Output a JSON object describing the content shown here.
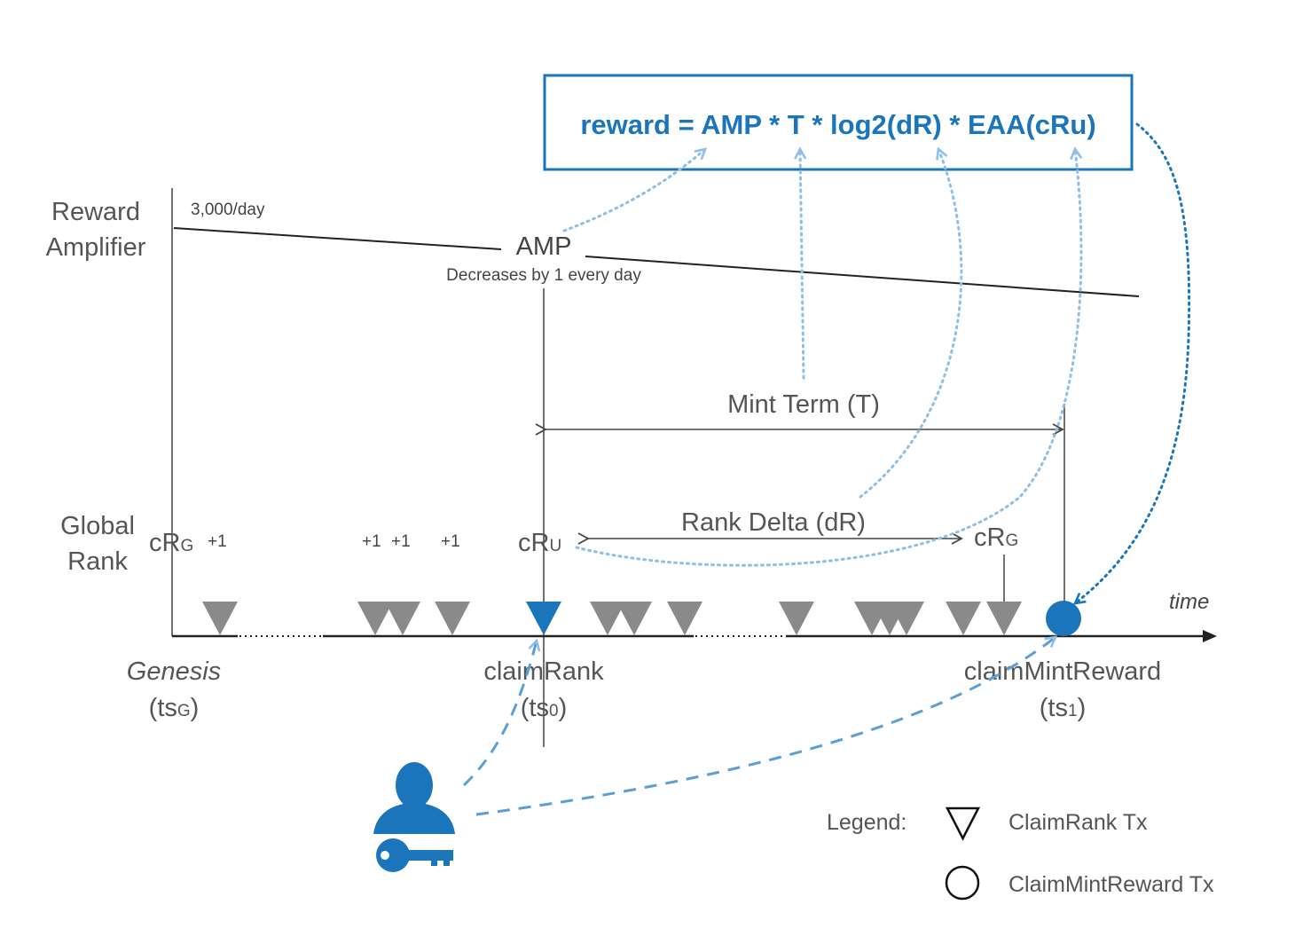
{
  "formula": {
    "parts": [
      "reward = ",
      "AMP",
      " * ",
      "T",
      " * ",
      "log2(dR)",
      " * ",
      "EAA(cRu)"
    ]
  },
  "labels": {
    "reward_amplifier": [
      "Reward",
      "Amplifier"
    ],
    "rate": "3,000/day",
    "amp": "AMP",
    "amp_note": "Decreases by 1 every day",
    "mint_term": "Mint Term (T)",
    "rank_delta": "Rank Delta (dR)",
    "global_rank": [
      "Global",
      "Rank"
    ],
    "time": "time",
    "genesis": "Genesis",
    "ts_genesis": {
      "base": "(ts",
      "sub": "G",
      "end": ")"
    },
    "claim_rank": "claimRank",
    "ts_claim_rank": {
      "base": "(ts",
      "sub": "0",
      "end": ")"
    },
    "claim_mint_reward": "claimMintReward",
    "ts_claim_mint": {
      "base": "(ts",
      "sub": "1",
      "end": ")"
    },
    "crg_start": {
      "base": "cR",
      "sub": "G"
    },
    "cru": {
      "base": "cR",
      "sub": "U"
    },
    "crg_end": {
      "base": "cR",
      "sub": "G"
    },
    "increments": [
      "+1",
      "+1",
      "+1",
      "+1"
    ]
  },
  "legend": {
    "title": "Legend:",
    "claim_rank_tx": "ClaimRank Tx",
    "claim_mint_reward_tx": "ClaimMintReward Tx"
  },
  "colors": {
    "accent": "#1a75bb",
    "light_blue": "#8fbfe6",
    "marker_grey": "#8a8a8a",
    "text_grey": "#555555"
  },
  "icons": [
    "user-key-icon",
    "claim-rank-tx-triangle-icon",
    "claim-mint-reward-tx-circle-icon"
  ]
}
